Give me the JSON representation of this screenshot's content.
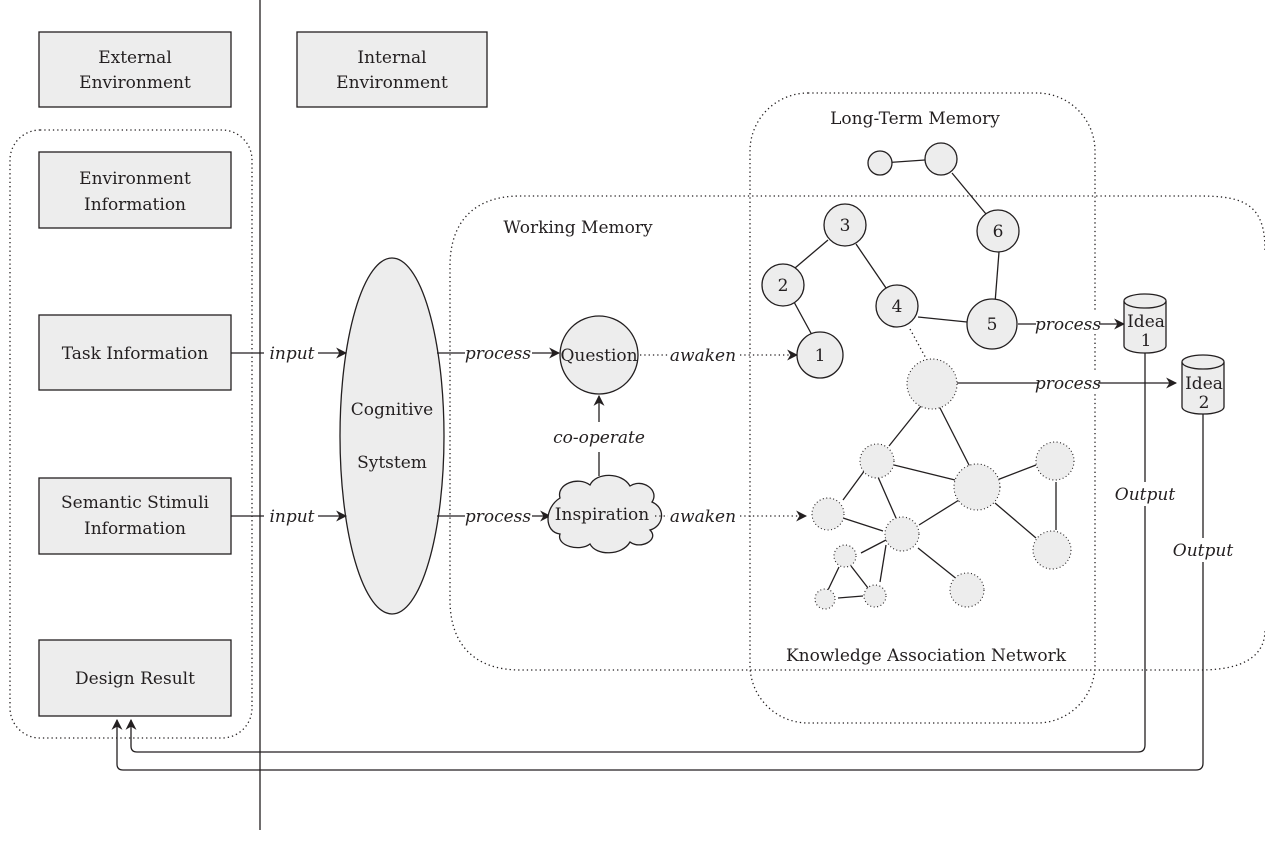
{
  "environment": {
    "external": [
      "External",
      "Environment"
    ],
    "internal": [
      "Internal",
      "Environment"
    ]
  },
  "inputs": {
    "environment_info": [
      "Environment",
      "Information"
    ],
    "task_info": "Task Information",
    "semantic_info": [
      "Semantic Stimuli",
      "Information"
    ],
    "design_result": "Design Result"
  },
  "cognitive": [
    "Cognitive",
    "Sytstem"
  ],
  "working_memory": "Working Memory",
  "long_term_memory": "Long-Term Memory",
  "knowledge_network": "Knowledge Association Network",
  "question": "Question",
  "inspiration": "Inspiration",
  "edge_labels": {
    "input": "input",
    "process": "process",
    "awaken": "awaken",
    "cooperate": "co-operate",
    "output": "Output"
  },
  "memory_nodes": [
    "1",
    "2",
    "3",
    "4",
    "5",
    "6"
  ],
  "ideas": [
    [
      "Idea",
      "1"
    ],
    [
      "Idea",
      "2"
    ]
  ]
}
